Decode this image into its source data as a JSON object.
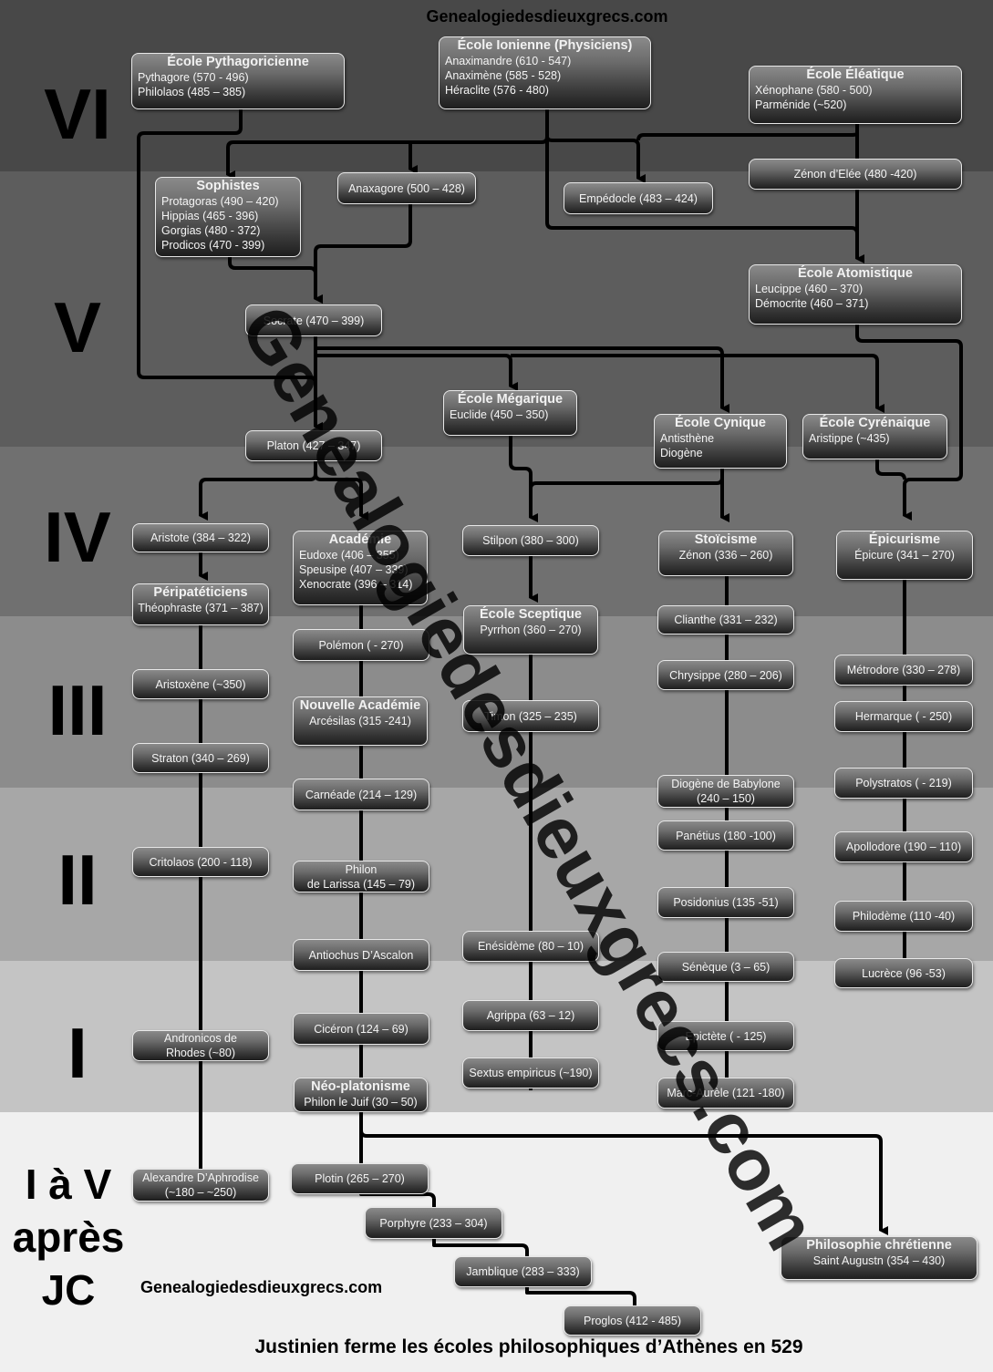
{
  "site_header": "Genealogiedesdieuxgrecs.com",
  "site_footer_brand": "Genealogiedesdieuxgrecs.com",
  "watermark": "Genealogiedesdieuxgrecs.com",
  "footer_note": "Justinien ferme les écoles philosophiques d’Athènes en 529",
  "centuries": {
    "vi": "VI",
    "v": "V",
    "iv": "IV",
    "iii": "III",
    "ii": "II",
    "i": "I",
    "after": [
      "I à V",
      "après",
      "JC"
    ]
  },
  "band_colors": [
    "#484848",
    "#5d5d5d",
    "#707070",
    "#8c8c8c",
    "#a7a7a7",
    "#c4c4c4",
    "#dadada",
    "#f0f0f0"
  ],
  "nodes": {
    "pythagoricienne": {
      "title": "École Pythagoricienne",
      "members": [
        "Pythagore (570 - 496)",
        "Philolaos (485 – 385)"
      ]
    },
    "ionienne": {
      "title": "École Ionienne (Physiciens)",
      "members": [
        "Anaximandre (610 - 547)",
        "Anaximène (585 - 528)",
        "Héraclite (576 - 480)"
      ]
    },
    "eleatique": {
      "title": "École Éléatique",
      "members": [
        "Xénophane (580 - 500)",
        "Parménide (~520)"
      ]
    },
    "sophistes": {
      "title": "Sophistes",
      "members": [
        "Protagoras (490 – 420)",
        "Hippias (465 - 396)",
        "Gorgias (480 - 372)",
        "Prodicos (470 - 399)"
      ]
    },
    "anaxagore": "Anaxagore (500 – 428)",
    "empedocle": "Empédocle (483 – 424)",
    "zenon_elee": "Zénon d’Elée (480 -420)",
    "atomistique": {
      "title": "École Atomistique",
      "members": [
        "Leucippe (460 – 370)",
        "Démocrite (460 – 371)"
      ]
    },
    "socrate": "Socrate (470 – 399)",
    "megarique": {
      "title": "École Mégarique",
      "members": [
        "Euclide (450 – 350)"
      ]
    },
    "cynique": {
      "title": "École Cynique",
      "members": [
        "Antisthène",
        "Diogène"
      ]
    },
    "cyrenaique": {
      "title": "École Cyrénaique",
      "members": [
        "Aristippe (~435)"
      ]
    },
    "platon": "Platon (427 – 347)",
    "aristote": "Aristote (384 – 322)",
    "academie": {
      "title": "Académie",
      "members": [
        "Eudoxe (406 – 355)",
        "Speusipe (407 – 339)",
        "Xenocrate  (396 – 314)"
      ]
    },
    "stilpon": "Stilpon (380 – 300)",
    "stoicisme": {
      "title": "Stoïcisme",
      "members": [
        "Zénon (336 – 260)"
      ]
    },
    "epicurisme": {
      "title": "Épicurisme",
      "members": [
        "Épicure (341 – 270)"
      ]
    },
    "peripateticiens": {
      "title": "Péripatéticiens",
      "members": [
        "Théophraste (371 – 387)"
      ]
    },
    "sceptique": {
      "title": "École Sceptique",
      "members": [
        "Pyrrhon (360 – 270)"
      ]
    },
    "clianthe": "Clianthe (331 – 232)",
    "polemon": "Polémon ( - 270)",
    "metrodore": "Métrodore (330 – 278)",
    "chrysippe": "Chrysippe (280 – 206)",
    "aristoxene": "Aristoxène (~350)",
    "nouvelle_academie": {
      "title": "Nouvelle Académie",
      "members": [
        "Arcésilas (315 -241)"
      ]
    },
    "timon": "Timon (325 – 235)",
    "hermarque": "Hermarque ( - 250)",
    "straton": "Straton (340 – 269)",
    "diogene_babylone": [
      "Diogène de Babylone",
      "(240 – 150)"
    ],
    "polystratos": "Polystratos ( - 219)",
    "carneade": "Carnéade (214 – 129)",
    "panetius": "Panétius (180 -100)",
    "apollodore": "Apollodore (190 – 110)",
    "critolaos": "Critolaos (200 - 118)",
    "philon_larissa": [
      "Philon",
      "de Larissa (145 – 79)"
    ],
    "posidonius": "Posidonius (135 -51)",
    "philodeme": "Philodème (110 -40)",
    "enesideme": "Enésidème (80 – 10)",
    "antiochus": "Antiochus D’Ascalon",
    "seneque": "Sénèque (3 – 65)",
    "lucrece": "Lucrèce (96 -53)",
    "agrippa": "Agrippa (63 – 12)",
    "andronicos": [
      "Andronicos de",
      "Rhodes (~80)"
    ],
    "ciceron": "Cicéron (124 – 69)",
    "epictete": "Epictète ( - 125)",
    "sextus": "Sextus empiricus (~190)",
    "neoplatonisme": {
      "title": "Néo-platonisme",
      "members": [
        "Philon le Juif (30 – 50)"
      ]
    },
    "marc_aurele": "Marc-Aurèle (121 -180)",
    "alexandre": [
      "Alexandre D’Aphrodise",
      "(~180 – ~250)"
    ],
    "plotin": "Plotin (265 – 270)",
    "porphyre": "Porphyre (233 – 304)",
    "chretienne": {
      "title": "Philosophie chrétienne",
      "members": [
        "Saint Augustn (354 – 430)"
      ]
    },
    "jamblique": "Jamblique (283 – 333)",
    "proglos": "Proglos (412 - 485)"
  }
}
